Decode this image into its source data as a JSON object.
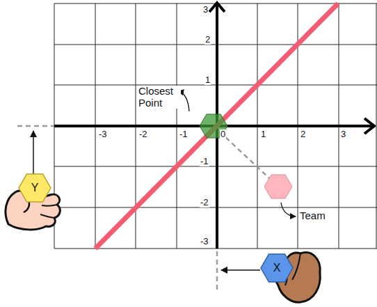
{
  "diagram": {
    "nodes": [
      {
        "text": [
          "Y"
        ]
      },
      {
        "text": [
          "X"
        ]
      }
    ],
    "labels": [
      "3",
      "2",
      "1",
      "-1",
      "-2",
      "-3",
      "-3",
      "-2",
      "-1",
      "0",
      "1",
      "2",
      "3",
      "Closest Point",
      "Team"
    ]
  }
}
